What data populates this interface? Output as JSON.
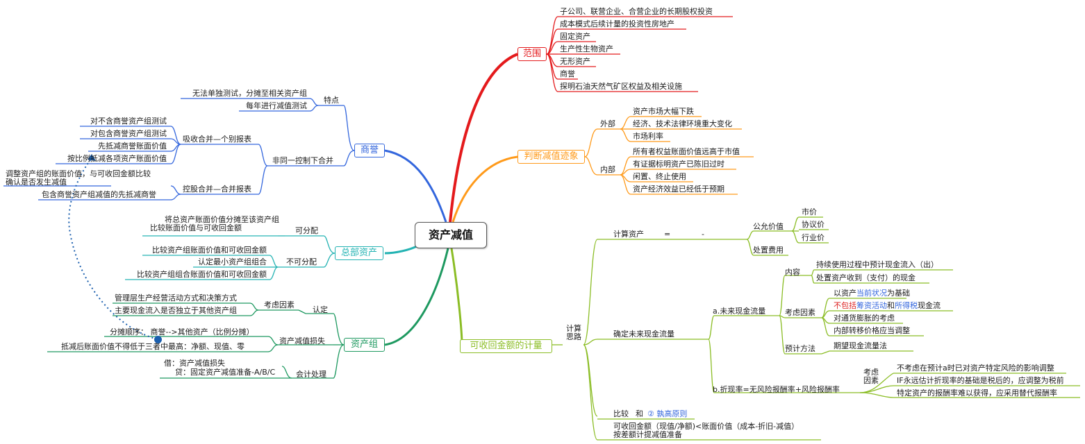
{
  "center": "资产减值",
  "branches": {
    "range": {
      "label": "范围",
      "items": [
        "子公司、联营企业、合营企业的长期股权投资",
        "成本模式后续计量的投资性房地产",
        "固定资产",
        "生产性生物资产",
        "无形资产",
        "商誉",
        "探明石油天然气矿区权益及相关设施"
      ]
    },
    "signs": {
      "label": "判断减值迹象",
      "external": {
        "label": "外部",
        "items": [
          "资产市场大幅下跌",
          "经济、技术法律环境重大变化",
          "市场利率"
        ]
      },
      "internal": {
        "label": "内部",
        "items": [
          "所有者权益账面价值远高于市值",
          "有证据标明资产已陈旧过时",
          "闲置、终止使用",
          "资产经济效益已经低于预期"
        ]
      }
    },
    "goodwill": {
      "label": "商誉",
      "features": {
        "label": "特点",
        "items": [
          "无法单独测试，分摊至相关资产组",
          "每年进行减值测试"
        ]
      },
      "non_common": {
        "label": "非同一控制下合并"
      },
      "absorb": {
        "label": "吸收合并—个别报表",
        "items": [
          "对不含商誉资产组测试",
          "对包含商誉资产组测试",
          "先抵减商誉账面价值",
          "按比例抵减各项资产账面价值"
        ]
      },
      "holding": {
        "label": "控股合并—合并报表",
        "items": [
          "调整资产组的账面价值，与可收回金额比较",
          "确认是否发生减值",
          "包含商誉资产组减值的先抵减商誉"
        ]
      }
    },
    "hq": {
      "label": "总部资产",
      "allocable": {
        "label": "可分配",
        "items": [
          "将总资产账面价值分摊至该资产组",
          "比较账面价值与可收回金额"
        ]
      },
      "non_allocable": {
        "label": "不可分配",
        "items": [
          "比较资产组账面价值和可收回金额",
          "认定最小资产组组合",
          "比较资产组组合账面价值和可收回金额"
        ]
      }
    },
    "group": {
      "label": "资产组",
      "recognize": {
        "label": "认定"
      },
      "factors": {
        "label": "考虑因素",
        "items": [
          "管理层生产经营活动方式和决策方式",
          "主要现金流入是否独立于其他资产组"
        ]
      },
      "loss": {
        "label": "资产减值损失",
        "items": [
          "分摊顺序：  商誉-->其他资产（比例分摊）",
          "抵减后账面价值不得低于三者中最高：净额、现值、零"
        ]
      },
      "accounting": {
        "label": "会计处理",
        "items": [
          "借：资产减值损失",
          "贷：固定资产减值准备-A/B/C"
        ]
      }
    },
    "recoverable": {
      "label": "可收回金额的计量",
      "thinking": [
        "计算",
        "思路"
      ],
      "calc": {
        "label": "计算资产",
        "eq": "=",
        "minus": "-",
        "fair": "公允价值",
        "fair_items": [
          "市价",
          "协议价",
          "行业价"
        ],
        "disposal": "处置费用"
      },
      "cashflow": {
        "label": "确定未来现金流量",
        "a": "a.未来现金流量",
        "content": {
          "label": "内容",
          "items": [
            "持续使用过程中预计现金流入（出）",
            "处置资产收到（支付）的现金"
          ]
        },
        "factors": {
          "label": "考虑因素",
          "f1": [
            "以资产",
            "当前状况",
            "为基础"
          ],
          "f2": [
            "不包括",
            "筹资活动",
            "和",
            "所得税",
            "现金流"
          ],
          "f3": "对通货膨胀的考虑",
          "f4": "内部转移价格应当调整"
        },
        "method": {
          "label": "预计方法",
          "item": "期望现金流量法"
        },
        "b": "b.折现率=无风险报酬率+风险报酬率",
        "b_factors": {
          "label": [
            "考虑",
            "因素"
          ],
          "items": [
            "不考虑在预计a时已对资产特定风险的影响调整",
            "IF永远估计折现率的基础是税后的，应调整为税前",
            "特定资产的报酬率难以获得，应采用替代报酬率"
          ]
        }
      },
      "compare": [
        "比较",
        "和",
        "② 孰高原则"
      ],
      "conclusion": [
        "可收回金额（现值/净额)<账面价值（成本-折旧-减值）",
        "按差额计提减值准备"
      ]
    }
  },
  "colors": {
    "range": "#e41a1c",
    "signs": "#ff9a1a",
    "goodwill": "#3366dd",
    "hq": "#24b3b3",
    "group": "#1e9960",
    "recoverable": "#8bbd25",
    "link": "#1b5fae"
  }
}
